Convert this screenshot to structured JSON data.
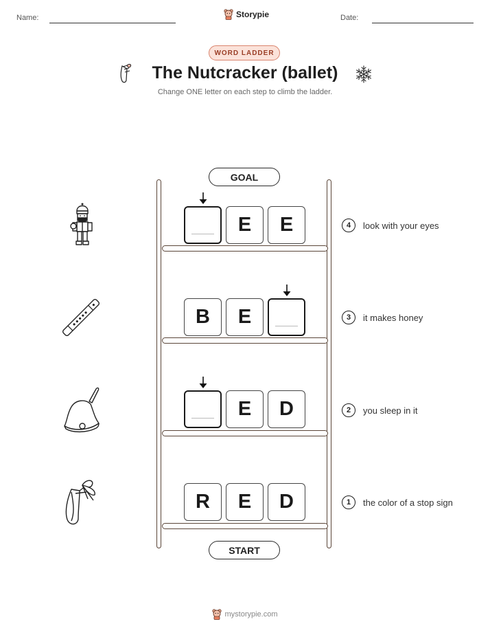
{
  "header": {
    "name_label": "Name:",
    "date_label": "Date:",
    "brand": "Storypie"
  },
  "worksheet": {
    "badge": "WORD LADDER",
    "title": "The Nutcracker (ballet)",
    "subtitle": "Change ONE letter on each step to climb the ladder."
  },
  "ladder": {
    "goal_label": "GOAL",
    "start_label": "START",
    "rows": [
      {
        "step": "4",
        "clue": "look with your eyes",
        "letters": [
          "",
          "E",
          "E"
        ],
        "picture": "nutcracker-soldier-icon"
      },
      {
        "step": "3",
        "clue": "it makes honey",
        "letters": [
          "B",
          "E",
          ""
        ],
        "picture": "flute-icon"
      },
      {
        "step": "2",
        "clue": "you sleep in it",
        "letters": [
          "",
          "E",
          "D"
        ],
        "picture": "bell-icon"
      },
      {
        "step": "1",
        "clue": "the color of a stop sign",
        "letters": [
          "R",
          "E",
          "D"
        ],
        "picture": "ballet-slipper-icon"
      }
    ]
  },
  "footer": {
    "url": "mystorypie.com"
  },
  "colors": {
    "badge_bg": "#fbe2d9",
    "badge_border": "#d9846d",
    "ladder": "#5a4538"
  }
}
